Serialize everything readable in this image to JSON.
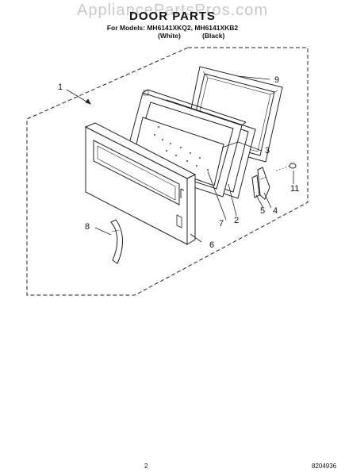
{
  "watermark": "AppliancePartsPros.com",
  "header": {
    "title": "DOOR PARTS",
    "models_line": "For Models: MH6141XKQ2, MH6141XKB2",
    "variant_white": "(White)",
    "variant_black": "(Black)"
  },
  "callouts": [
    "1",
    "2",
    "3",
    "4",
    "5",
    "6",
    "7",
    "8",
    "9",
    "11"
  ],
  "footer": {
    "page_number": "2",
    "document_number": "8204936"
  }
}
